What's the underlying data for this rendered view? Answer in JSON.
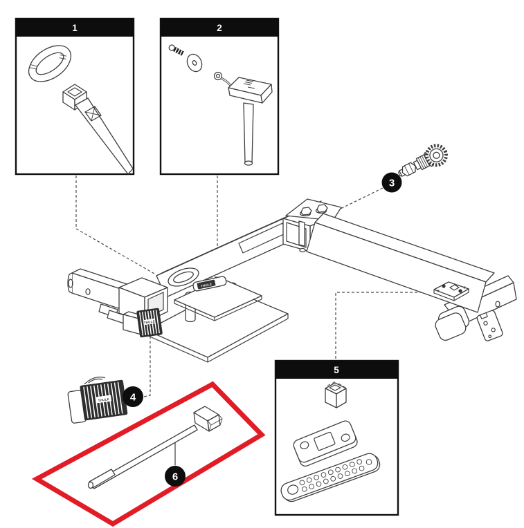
{
  "diagram": {
    "background": "#ffffff",
    "line_color": "#3d3d3d",
    "callout": {
      "bg": "#0d0d0d",
      "text_color": "#ffffff"
    },
    "highlight_color": "#e11c26",
    "brand_label": "THULE",
    "assembly": "hitch-mounted rack frame exploded view",
    "boxes": [
      {
        "label": "1",
        "parts": [
          "carabiner hook",
          "ratchet strap"
        ]
      },
      {
        "label": "2",
        "parts": [
          "screw",
          "washer",
          "pull-cord eyelet",
          "t-handle knob with shaft"
        ]
      },
      {
        "label": "5",
        "parts": [
          "end plug",
          "adapter plate",
          "perforated strip"
        ]
      }
    ],
    "badges": [
      {
        "label": "3",
        "part": "gear spindle"
      },
      {
        "label": "4",
        "part": "ribbed rubber pad"
      },
      {
        "label": "6",
        "part": "hammer rod tool",
        "highlighted": true
      }
    ]
  }
}
